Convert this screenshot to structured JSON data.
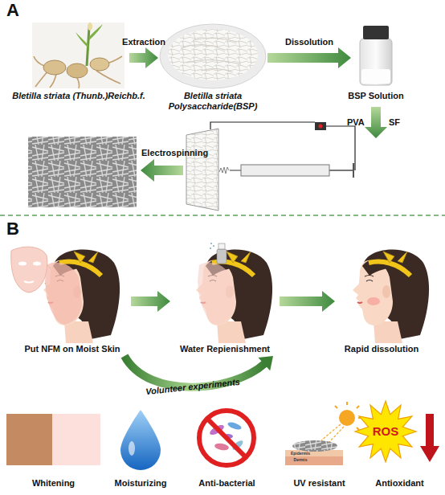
{
  "diagram": {
    "nodes": [
      {
        "text": [
          "Bletilla striata (Thunb.)Reichb.f."
        ]
      },
      {
        "text": [
          "Bletilla striata Polysaccharide(BSP)"
        ]
      },
      {
        "text": [
          "BSP Solution"
        ]
      },
      {
        "text": [
          "Put NFM on Moist Skin"
        ]
      },
      {
        "text": [
          "Water Repienishment"
        ]
      },
      {
        "text": [
          "Rapid dissolution"
        ]
      },
      {
        "text": [
          "Whitening"
        ]
      },
      {
        "text": [
          "Moisturizing"
        ]
      },
      {
        "text": [
          "Anti-bacterial"
        ]
      },
      {
        "text": [
          "Epidermis",
          "Dermis",
          "UV resistant"
        ]
      },
      {
        "text": [
          "ROS",
          "Antioxidant"
        ]
      }
    ],
    "edges": [
      {
        "from": 0,
        "to": 1,
        "label": "Extraction",
        "arrow": "to"
      },
      {
        "from": 1,
        "to": 2,
        "label": "Dissolution",
        "arrow": "to"
      },
      {
        "from": 3,
        "to": 4,
        "arrow": "to"
      },
      {
        "from": 4,
        "to": 5,
        "arrow": "to"
      },
      {
        "from": 3,
        "to": 4,
        "label": "Volunteer experiments",
        "arrow": "to"
      }
    ],
    "labels": [
      "A",
      "PVA",
      "SF",
      "Electrospinning",
      "B"
    ]
  }
}
